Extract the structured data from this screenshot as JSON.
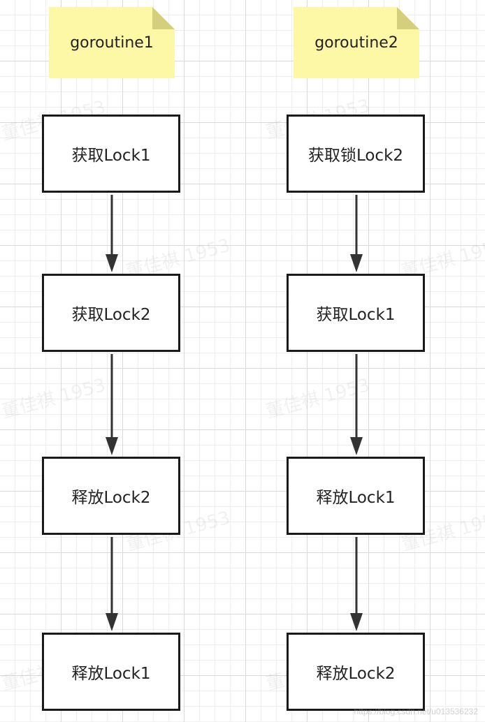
{
  "columns": [
    {
      "title": "goroutine1",
      "steps": [
        "获取Lock1",
        "获取Lock2",
        "释放Lock2",
        "释放Lock1"
      ]
    },
    {
      "title": "goroutine2",
      "steps": [
        "获取锁Lock2",
        "获取Lock1",
        "释放Lock1",
        "释放Lock2"
      ]
    }
  ],
  "watermark": "董佳祺 1953",
  "footer_url": "https://blog.csdn.net/u013536232",
  "colors": {
    "note_fill": "#fdf8a6",
    "note_fold": "#d4cf7d",
    "box_border": "#1a1a1a",
    "arrow": "#333333"
  }
}
